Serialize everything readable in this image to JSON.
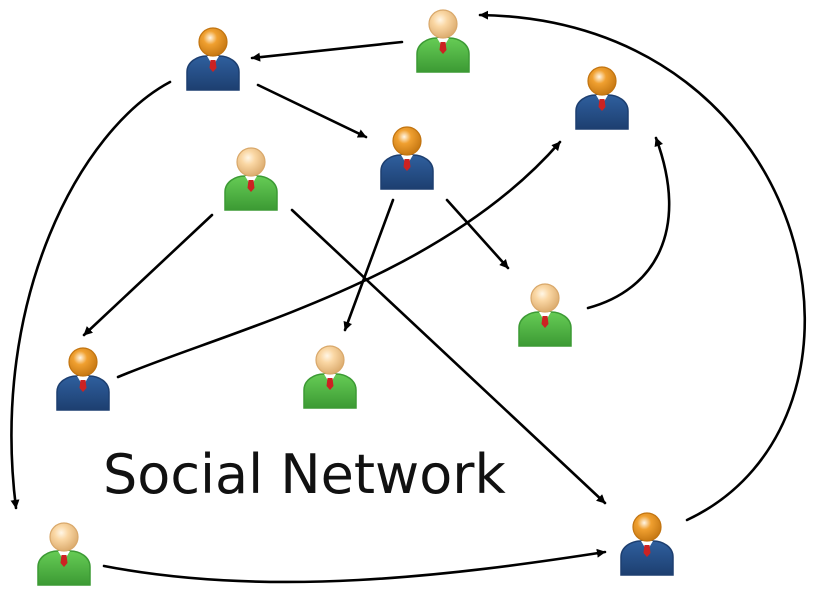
{
  "diagram": {
    "title": "Social Network",
    "node_types": {
      "blue": {
        "body": "#2f5f9e",
        "body_dark": "#1d3f70",
        "head": "#f0a030",
        "head_dark": "#c27410",
        "tie": "#cc2222"
      },
      "green": {
        "body": "#66cc55",
        "body_dark": "#3c9a34",
        "head": "#fad7a4",
        "head_dark": "#d9a86a",
        "tie": "#cc2222"
      }
    },
    "nodes": [
      {
        "id": "n1",
        "type": "blue"
      },
      {
        "id": "n2",
        "type": "green"
      },
      {
        "id": "n3",
        "type": "blue"
      },
      {
        "id": "n4",
        "type": "green"
      },
      {
        "id": "n5",
        "type": "blue"
      },
      {
        "id": "n6",
        "type": "green"
      },
      {
        "id": "n7",
        "type": "blue"
      },
      {
        "id": "n8",
        "type": "green"
      },
      {
        "id": "n9",
        "type": "green"
      },
      {
        "id": "n10",
        "type": "blue"
      }
    ],
    "edges": [
      {
        "from": "n2",
        "to": "n1"
      },
      {
        "from": "n1",
        "to": "n5"
      },
      {
        "from": "n1",
        "to": "n9"
      },
      {
        "from": "n4",
        "to": "n7"
      },
      {
        "from": "n4",
        "to": "n10"
      },
      {
        "from": "n5",
        "to": "n8"
      },
      {
        "from": "n5",
        "to": "n6"
      },
      {
        "from": "n7",
        "to": "n3"
      },
      {
        "from": "n6",
        "to": "n3"
      },
      {
        "from": "n9",
        "to": "n10"
      },
      {
        "from": "n10",
        "to": "n2"
      }
    ]
  }
}
